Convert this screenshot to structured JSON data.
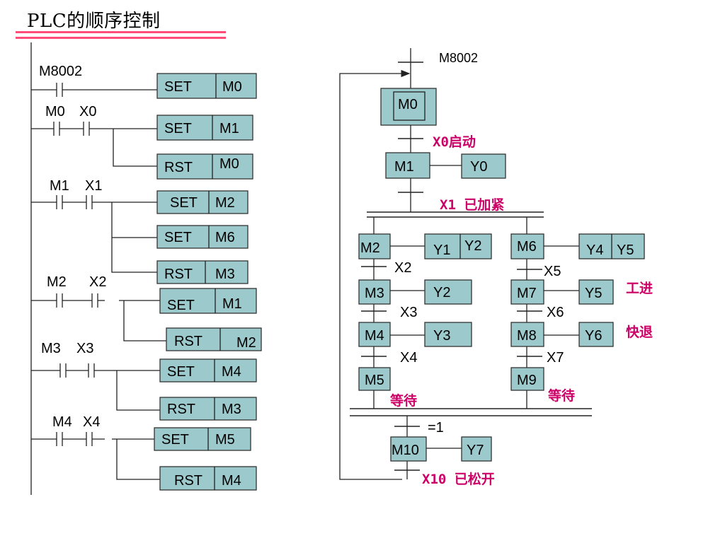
{
  "title": "PLC的顺序控制",
  "accent_color": "#ff4d7a",
  "box_color": "#9cc9cc",
  "note_color": "#cc0066",
  "ladder": {
    "rungs": [
      {
        "contacts": [
          "M8002"
        ],
        "outputs": [
          [
            "SET",
            "M0"
          ]
        ]
      },
      {
        "contacts": [
          "M0",
          "X0"
        ],
        "outputs": [
          [
            "SET",
            "M1"
          ],
          [
            "RST",
            "M0"
          ]
        ]
      },
      {
        "contacts": [
          "M1",
          "X1"
        ],
        "outputs": [
          [
            "SET",
            "M2"
          ],
          [
            "SET",
            "M6"
          ],
          [
            "RST",
            "M3"
          ]
        ]
      },
      {
        "contacts": [
          "M2",
          "X2"
        ],
        "outputs": [
          [
            "SET",
            "M1"
          ],
          [
            "RST",
            "M2"
          ]
        ]
      },
      {
        "contacts": [
          "M3",
          "X3"
        ],
        "outputs": [
          [
            "SET",
            "M4"
          ],
          [
            "RST",
            "M3"
          ]
        ]
      },
      {
        "contacts": [
          "M4",
          "X4"
        ],
        "outputs": [
          [
            "SET",
            "M5"
          ],
          [
            "RST",
            "M4"
          ]
        ]
      }
    ]
  },
  "sfc": {
    "init_trigger": "M8002",
    "steps": {
      "m0": "M0",
      "m1": "M1",
      "m2": "M2",
      "m3": "M3",
      "m4": "M4",
      "m5": "M5",
      "m6": "M6",
      "m7": "M7",
      "m8": "M8",
      "m9": "M9",
      "m10": "M10"
    },
    "outputs": {
      "m1": [
        "Y0"
      ],
      "m2": [
        "Y1",
        "Y2"
      ],
      "m3": [
        "Y2"
      ],
      "m4": [
        "Y3"
      ],
      "m6": [
        "Y4",
        "Y5"
      ],
      "m7": [
        "Y5"
      ],
      "m8": [
        "Y6"
      ],
      "m10": [
        "Y7"
      ]
    },
    "transitions": {
      "t_m0_m1": "X0启动",
      "t_m1_par": "X1 已加紧",
      "t_m2_m3": "X2",
      "t_m3_m4": "X3",
      "t_m4_m5": "X4",
      "t_m6_m7": "X5",
      "t_m7_m8": "X6",
      "t_m8_m9": "X7",
      "t_join": "=1",
      "t_m10_end": "X10 已松开"
    },
    "notes": {
      "m7_note": "工进",
      "m8_note": "快退",
      "m5_note": "等待",
      "m9_note": "等待"
    }
  }
}
